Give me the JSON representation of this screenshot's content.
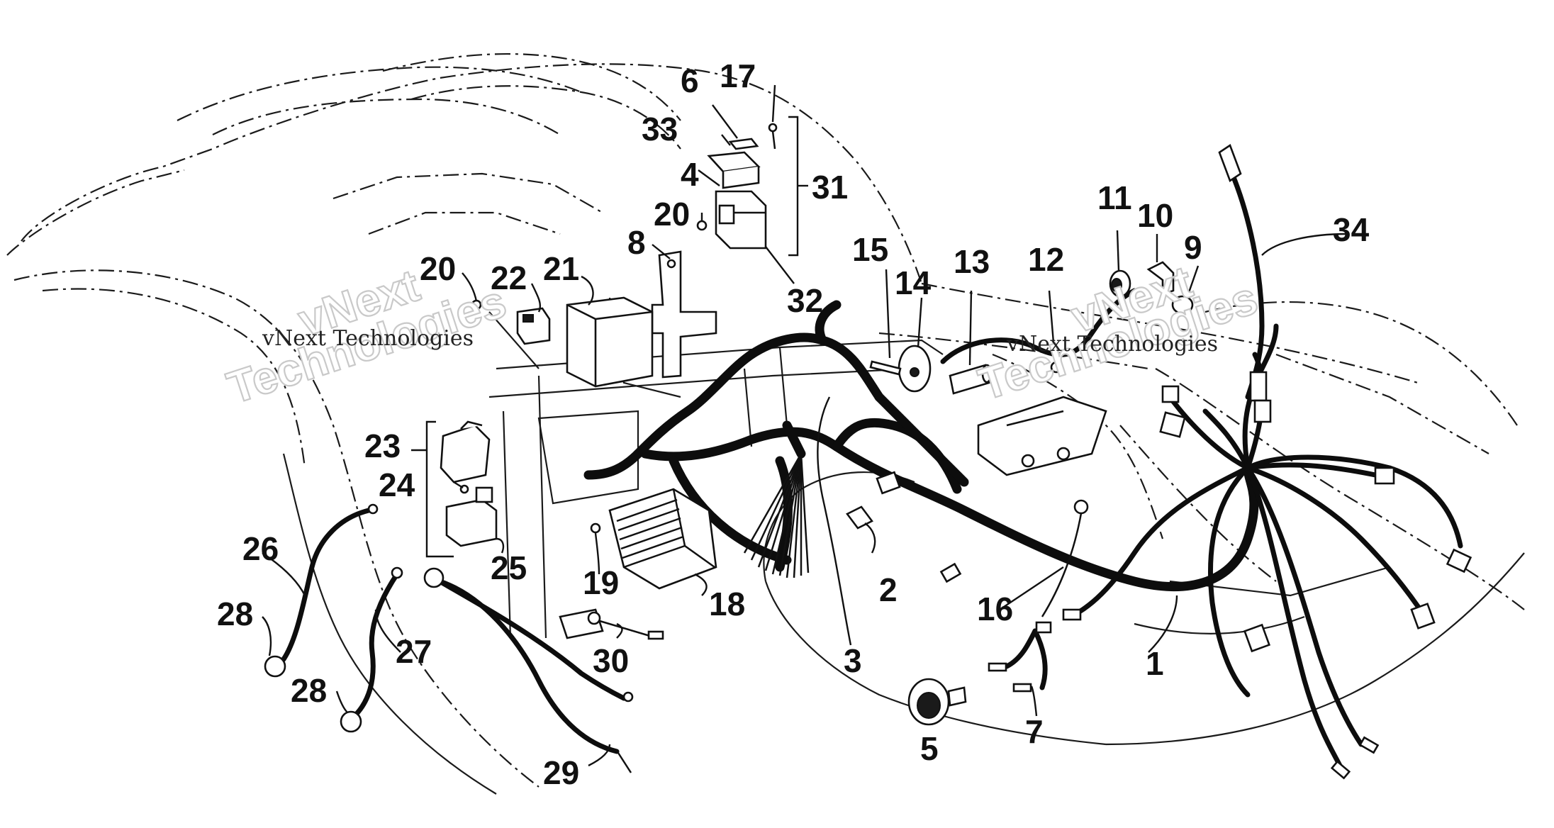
{
  "watermark": {
    "brand_big_line1": "vNext",
    "brand_big_line2": "Technologies",
    "brand_small": "vNext Technologies"
  },
  "callouts": [
    {
      "id": "c1",
      "label": "1"
    },
    {
      "id": "c2",
      "label": "2"
    },
    {
      "id": "c3",
      "label": "3"
    },
    {
      "id": "c4",
      "label": "4"
    },
    {
      "id": "c5",
      "label": "5"
    },
    {
      "id": "c6",
      "label": "6"
    },
    {
      "id": "c7",
      "label": "7"
    },
    {
      "id": "c8",
      "label": "8"
    },
    {
      "id": "c9",
      "label": "9"
    },
    {
      "id": "c10",
      "label": "10"
    },
    {
      "id": "c11",
      "label": "11"
    },
    {
      "id": "c12",
      "label": "12"
    },
    {
      "id": "c13",
      "label": "13"
    },
    {
      "id": "c14",
      "label": "14"
    },
    {
      "id": "c15",
      "label": "15"
    },
    {
      "id": "c16",
      "label": "16"
    },
    {
      "id": "c17",
      "label": "17"
    },
    {
      "id": "c18",
      "label": "18"
    },
    {
      "id": "c19",
      "label": "19"
    },
    {
      "id": "c20a",
      "label": "20"
    },
    {
      "id": "c20b",
      "label": "20"
    },
    {
      "id": "c21",
      "label": "21"
    },
    {
      "id": "c22",
      "label": "22"
    },
    {
      "id": "c23",
      "label": "23"
    },
    {
      "id": "c24",
      "label": "24"
    },
    {
      "id": "c25",
      "label": "25"
    },
    {
      "id": "c26",
      "label": "26"
    },
    {
      "id": "c27",
      "label": "27"
    },
    {
      "id": "c28a",
      "label": "28"
    },
    {
      "id": "c28b",
      "label": "28"
    },
    {
      "id": "c29",
      "label": "29"
    },
    {
      "id": "c30",
      "label": "30"
    },
    {
      "id": "c31",
      "label": "31"
    },
    {
      "id": "c32",
      "label": "32"
    },
    {
      "id": "c33",
      "label": "33"
    },
    {
      "id": "c34",
      "label": "34"
    }
  ],
  "colors": {
    "ink": "#111111",
    "background": "#ffffff",
    "watermark_outline": "#c9c9c9"
  }
}
